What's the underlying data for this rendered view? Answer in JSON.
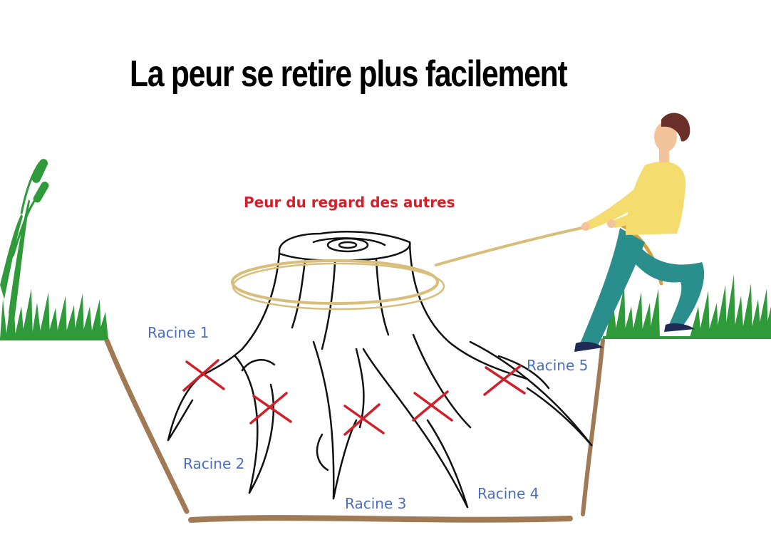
{
  "title": "La peur se retire plus facilement",
  "fear_label": "Peur du regard des autres",
  "roots": [
    {
      "label": "Racine 1"
    },
    {
      "label": "Racine 2"
    },
    {
      "label": "Racine 3"
    },
    {
      "label": "Racine 4"
    },
    {
      "label": "Racine 5"
    }
  ],
  "colors": {
    "title": "#000000",
    "fear_label": "#d0202a",
    "root_label": "#4a6fc1",
    "cross": "#d0202a",
    "soil": "#a07a55",
    "grass": "#2e9a3a",
    "rope": "#d9bd7a",
    "shirt": "#f5dc6e",
    "pants": "#2a8f8c",
    "hair": "#6b2f2a",
    "skin": "#f3c39b",
    "shoes": "#1f2a55"
  },
  "icons": [
    "tree-stump-icon",
    "person-pulling-icon",
    "grass-icon",
    "cattail-icon",
    "cross-icon"
  ]
}
